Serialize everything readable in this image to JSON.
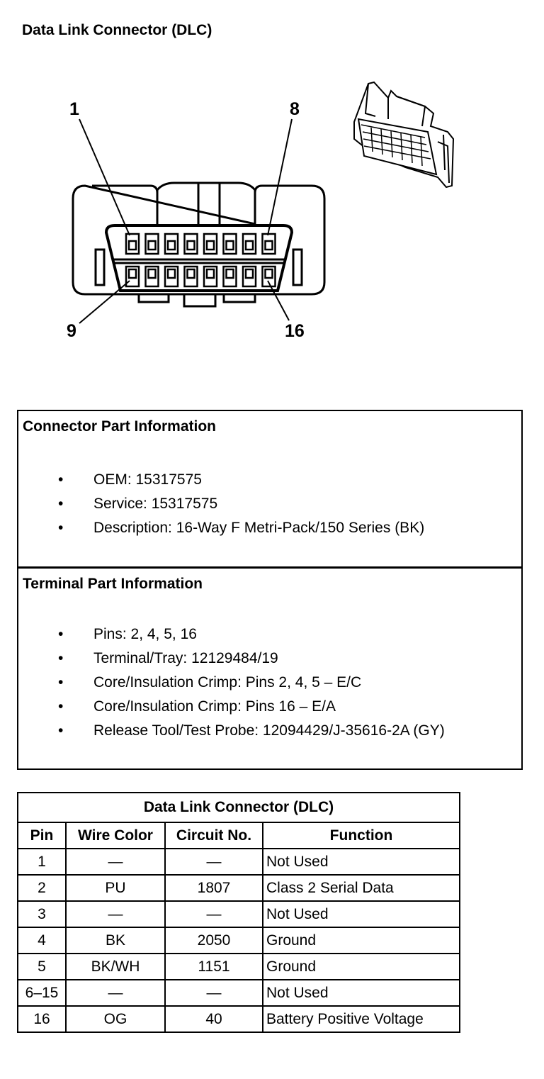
{
  "page": {
    "title": "Data Link Connector (DLC)"
  },
  "diagram": {
    "labels": {
      "pin1": "1",
      "pin8": "8",
      "pin9": "9",
      "pin16": "16"
    }
  },
  "connector_info": {
    "heading": "Connector Part Information",
    "items": [
      "OEM: 15317575",
      "Service: 15317575",
      "Description: 16-Way F Metri-Pack/150 Series (BK)"
    ]
  },
  "terminal_info": {
    "heading": "Terminal Part Information",
    "items": [
      "Pins: 2, 4, 5, 16",
      "Terminal/Tray: 12129484/19",
      "Core/Insulation Crimp: Pins 2, 4, 5 – E/C",
      "Core/Insulation Crimp: Pins 16 – E/A",
      "Release Tool/Test Probe: 12094429/J-35616-2A (GY)"
    ]
  },
  "pin_table": {
    "title": "Data Link Connector (DLC)",
    "headers": [
      "Pin",
      "Wire Color",
      "Circuit No.",
      "Function"
    ],
    "rows": [
      [
        "1",
        "—",
        "—",
        "Not Used"
      ],
      [
        "2",
        "PU",
        "1807",
        "Class 2 Serial Data"
      ],
      [
        "3",
        "—",
        "—",
        "Not Used"
      ],
      [
        "4",
        "BK",
        "2050",
        "Ground"
      ],
      [
        "5",
        "BK/WH",
        "1151",
        "Ground"
      ],
      [
        "6–15",
        "—",
        "—",
        "Not Used"
      ],
      [
        "16",
        "OG",
        "40",
        "Battery Positive Voltage"
      ]
    ]
  }
}
